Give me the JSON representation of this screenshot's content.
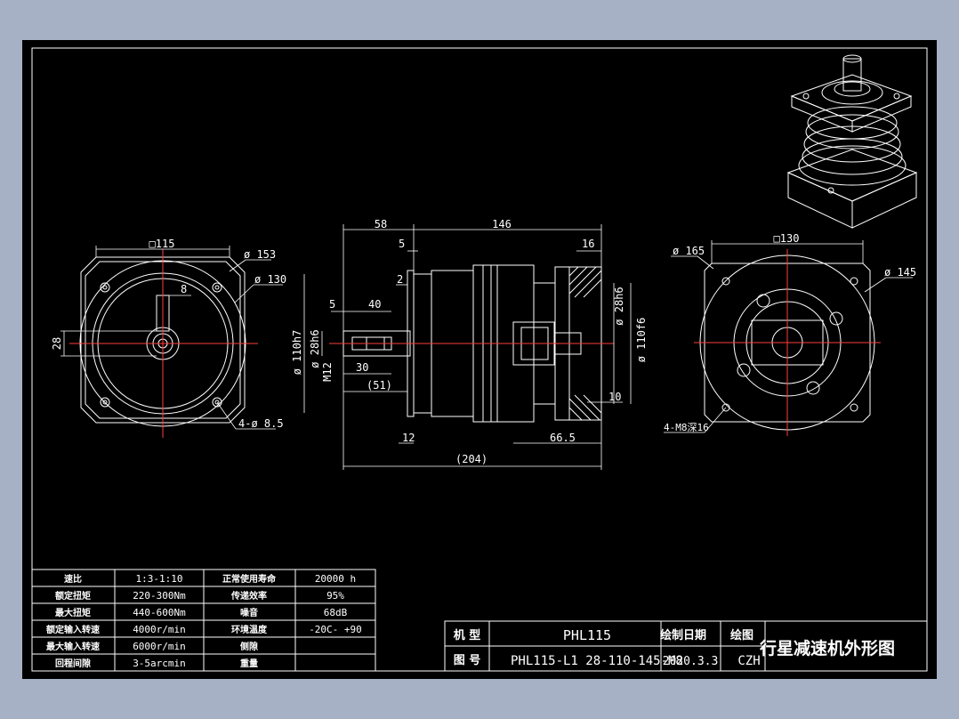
{
  "colors": {
    "background": "#a6b1c6",
    "sheet": "#000000",
    "line": "#ffffff",
    "centerline": "#ff3b3b"
  },
  "front_view": {
    "square": "□115",
    "d153": "ø 153",
    "d130": "ø 130",
    "key": "8",
    "shaft_h": "28",
    "holes": "4-ø 8.5"
  },
  "side_view": {
    "d58": "58",
    "d146": "146",
    "d5a": "5",
    "d16": "16",
    "d2": "2",
    "d5b": "5",
    "d40": "40",
    "d30": "30",
    "d51": "(51)",
    "d110h7": "ø 110h7",
    "d28h6": "ø 28h6",
    "m12": "M12",
    "d28h6b": "ø 28h6",
    "d110f6": "ø 110f6",
    "d10": "10",
    "d12": "12",
    "d66": "66.5",
    "d204": "(204)"
  },
  "rear_view": {
    "square": "□130",
    "d165": "ø 165",
    "d145": "ø 145",
    "holes": "4-M8深16"
  },
  "spec_table": [
    [
      "速比",
      "1:3-1:10",
      "正常使用寿命",
      "20000 h"
    ],
    [
      "额定扭矩",
      "220-300Nm",
      "传递效率",
      "95%"
    ],
    [
      "最大扭矩",
      "440-600Nm",
      "噪音",
      "68dB"
    ],
    [
      "额定输入转速",
      "4000r/min",
      "环境温度",
      "-20C- +90"
    ],
    [
      "最大输入转速",
      "6000r/min",
      "侧隙",
      ""
    ],
    [
      "回程间隙",
      "3-5arcmin",
      "重量",
      ""
    ]
  ],
  "title_block": {
    "model_label": "机 型",
    "model": "PHL115",
    "drawing_no_label": "图 号",
    "drawing_no": "PHL115-L1 28-110-145-M8",
    "date_label": "绘制日期",
    "date": "2020.3.3",
    "drawer_label": "绘图",
    "drawer": "CZH",
    "title": "行星减速机外形图"
  }
}
